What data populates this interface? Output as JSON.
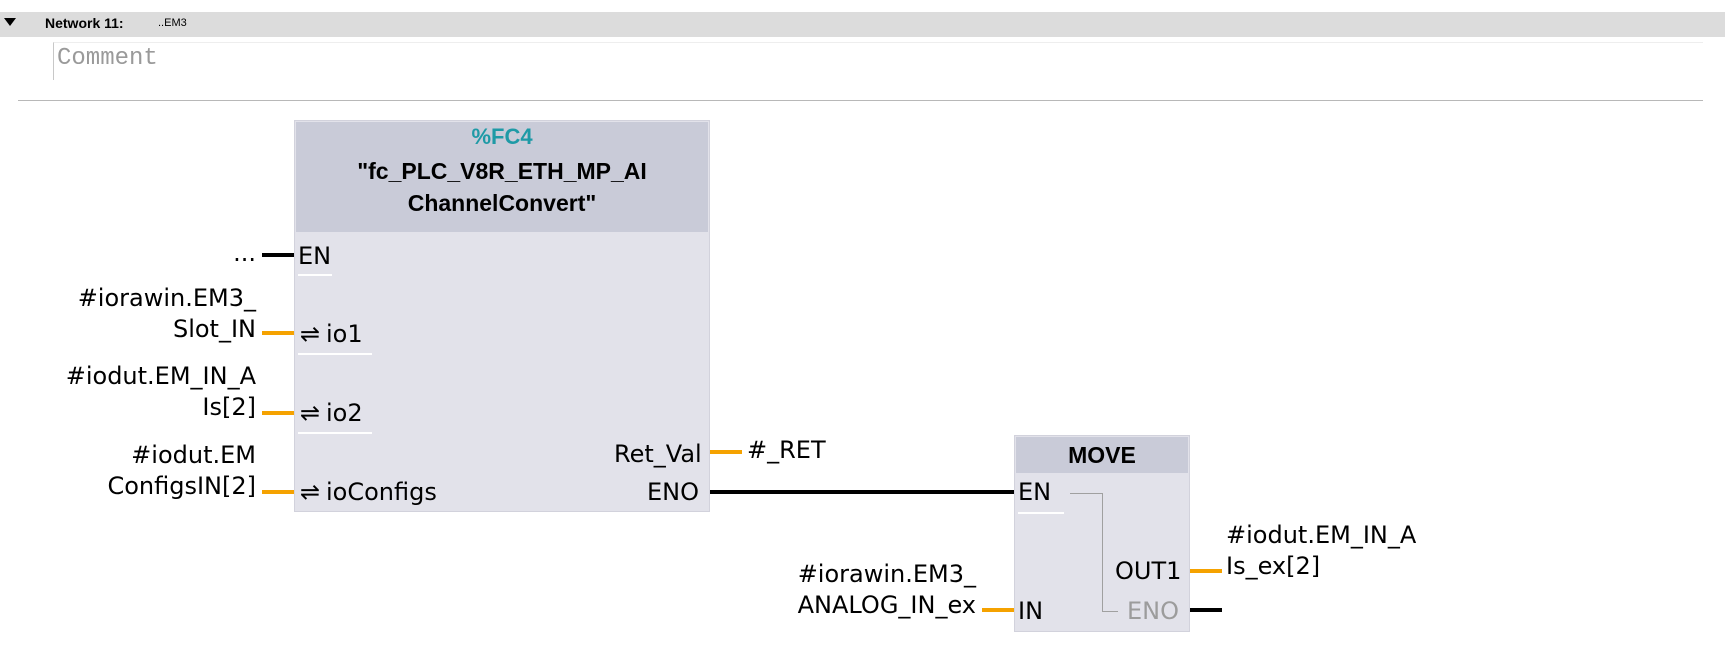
{
  "network": {
    "label": "Network 11:",
    "title": "..EM3",
    "comment_placeholder": "Comment"
  },
  "colors": {
    "block_background": "#e2e2ea",
    "block_header": "#c9cbd8",
    "block_number": "#1e9aa6",
    "bool_wire": "#000000",
    "data_wire": "#f5a200",
    "disabled_pin": "#9c9c9c"
  },
  "fc_block": {
    "number": "%FC4",
    "name_line1": "\"fc_PLC_V8R_ETH_MP_AI",
    "name_line2": "ChannelConvert\"",
    "pins": {
      "en": "EN",
      "io1": "io1",
      "io2": "io2",
      "ioConfigs": "ioConfigs",
      "ret_val": "Ret_Val",
      "eno": "ENO"
    },
    "inout_icon": "inout-arrows-icon",
    "inout_symbol": "⇌",
    "operands": {
      "en": "...",
      "io1_line1": "#iorawin.EM3_",
      "io1_line2": "Slot_IN",
      "io2_line1": "#iodut.EM_IN_A",
      "io2_line2": "Is[2]",
      "ioConfigs_line1": "#iodut.EM",
      "ioConfigs_line2": "ConfigsIN[2]",
      "ret_val": "#_RET"
    }
  },
  "move_block": {
    "title": "MOVE",
    "pins": {
      "en": "EN",
      "out1": "OUT1",
      "in": "IN",
      "eno": "ENO"
    },
    "operands": {
      "in_line1": "#iorawin.EM3_",
      "in_line2": "ANALOG_IN_ex",
      "out1_line1": "#iodut.EM_IN_A",
      "out1_line2": "Is_ex[2]"
    }
  }
}
